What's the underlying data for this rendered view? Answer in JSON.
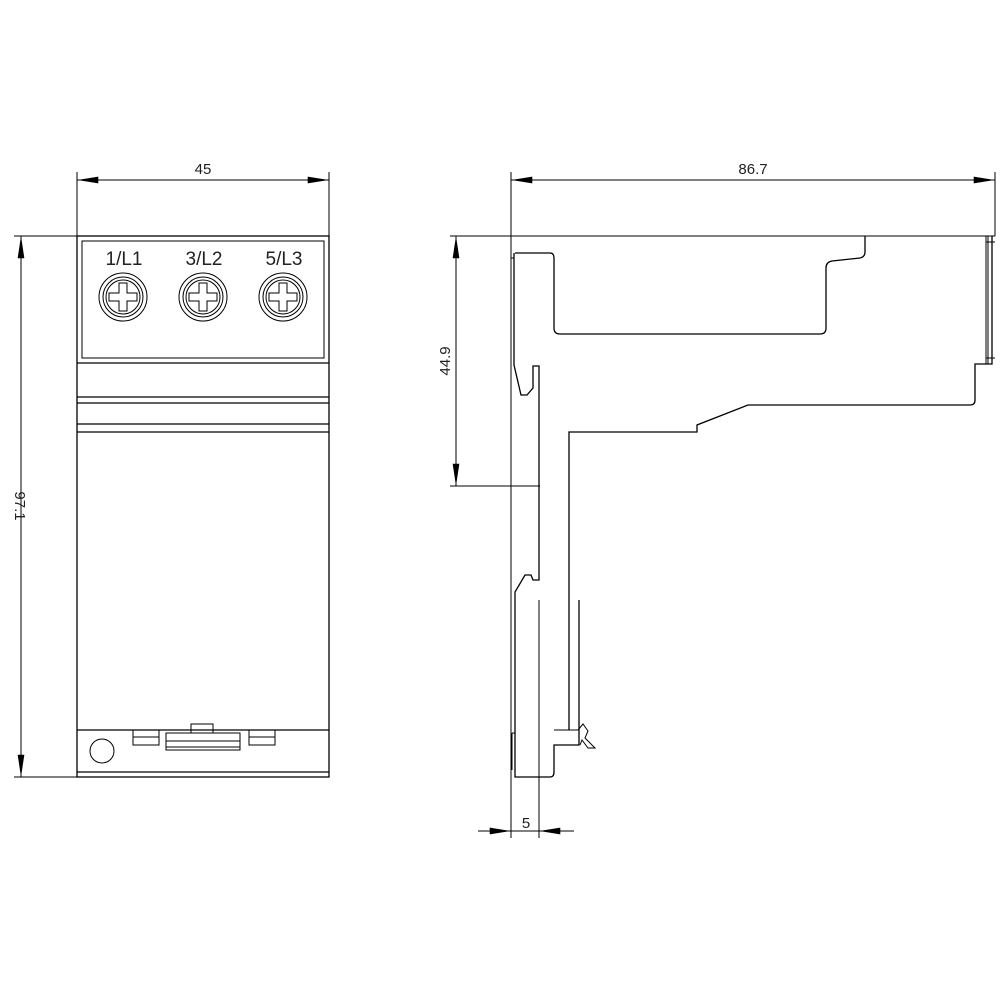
{
  "drawing": {
    "type": "technical dimension drawing",
    "views": [
      "front-view",
      "side-view"
    ],
    "line_color": "#000000",
    "background": "#ffffff"
  },
  "front_view": {
    "width_dimension": "45",
    "height_dimension": "97.1",
    "terminals": [
      {
        "label": "1/L1"
      },
      {
        "label": "3/L2"
      },
      {
        "label": "5/L3"
      }
    ]
  },
  "side_view": {
    "depth_dimension": "86.7",
    "mount_height_dimension": "44.9",
    "rail_offset_dimension": "5"
  }
}
